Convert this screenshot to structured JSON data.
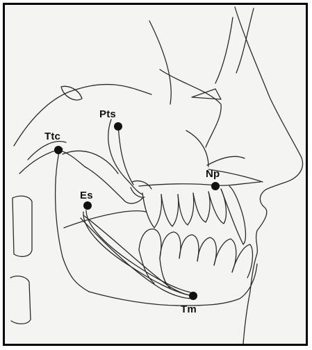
{
  "figure": {
    "description_free": true,
    "background": "#f4f4f2",
    "line_color": "#2a2a2a",
    "marker_color": "#111111"
  },
  "landmarks": [
    {
      "id": "ttc",
      "label": "Ttc"
    },
    {
      "id": "pts",
      "label": "Pts"
    },
    {
      "id": "np",
      "label": "Np"
    },
    {
      "id": "es",
      "label": "Es"
    },
    {
      "id": "tm",
      "label": "Tm"
    }
  ]
}
